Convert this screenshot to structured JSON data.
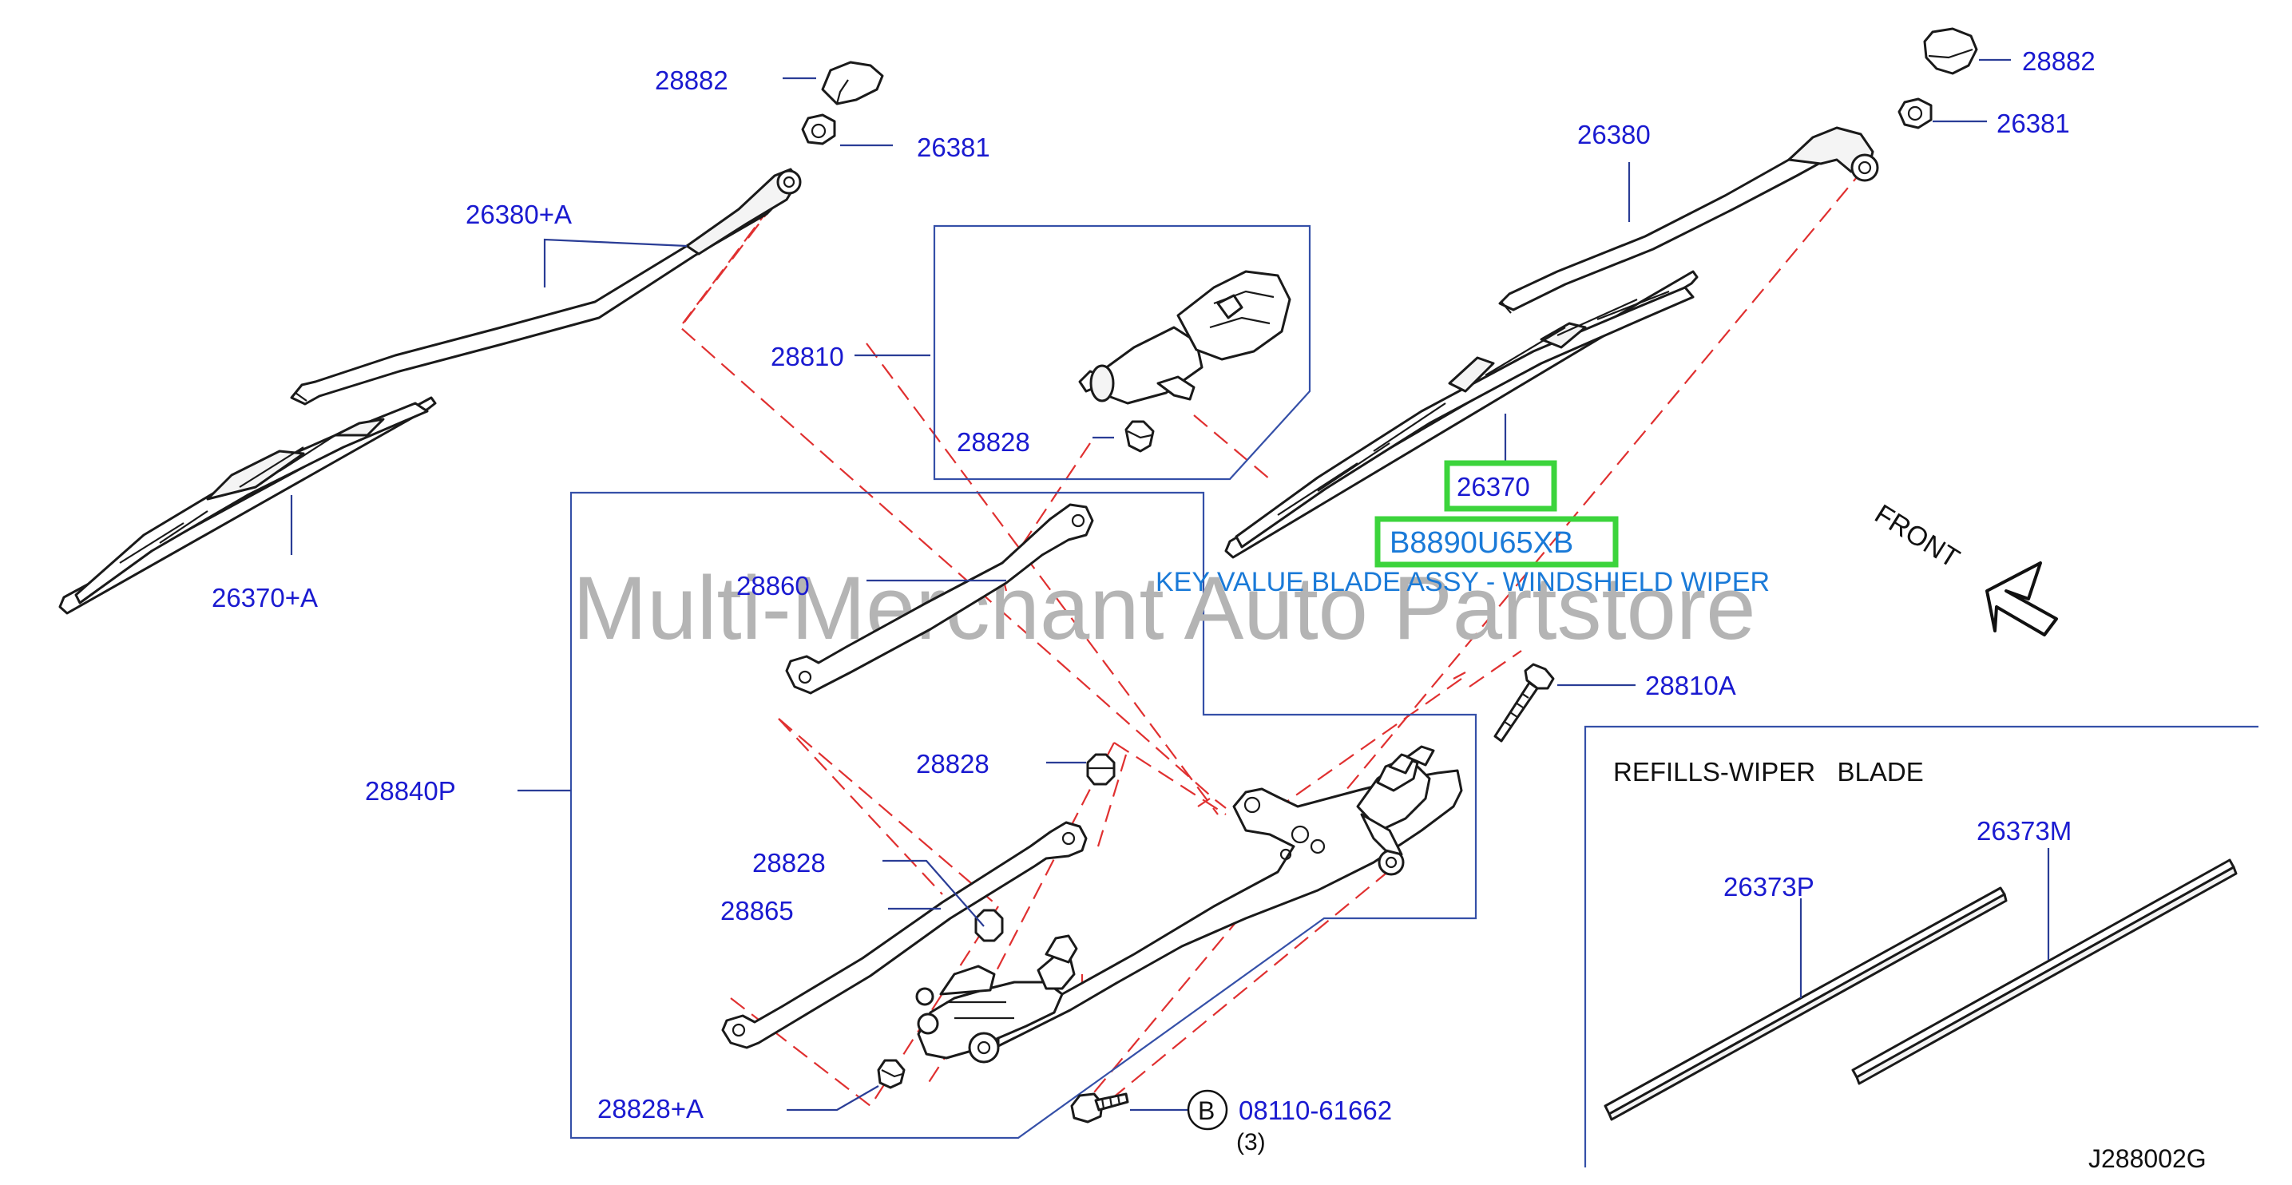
{
  "watermark": "Multi-Merchant Auto Partstore",
  "callouts": {
    "p28882_left": "28882",
    "p26381_left": "26381",
    "p26380a": "26380+A",
    "p26370a": "26370+A",
    "p28810": "28810",
    "p28828_motor": "28828",
    "p28860": "28860",
    "p28840p": "28840P",
    "p28828_mid": "28828",
    "p28828_low": "28828",
    "p28865": "28865",
    "p28828a": "28828+A",
    "p08110": "08110-61662",
    "bolt_qty": "(3)",
    "bolt_circle": "B",
    "p28882_right": "28882",
    "p26381_right": "26381",
    "p26380": "26380",
    "p26370": "26370",
    "p28810a": "28810A",
    "p26373p": "26373P",
    "p26373m": "26373M"
  },
  "highlight": {
    "part_number": "26370",
    "oem_code": "B8890U65XB",
    "description": "KEY VALUE BLADE ASSY - WINDSHIELD WIPER"
  },
  "front_label": "FRONT",
  "refills_title": "REFILLS-WIPER   BLADE",
  "diagram_code": "J288002G",
  "colors": {
    "callout_text": "#1a1ad0",
    "highlight_box": "#3cd43c",
    "highlight_text": "#1a7ad8",
    "leader_lines": "#2a3d96",
    "dashed_guides": "#e03030",
    "watermark": "#b4b4b4"
  },
  "icons": [
    "front-arrow-icon",
    "bolt-circle-b-icon"
  ]
}
